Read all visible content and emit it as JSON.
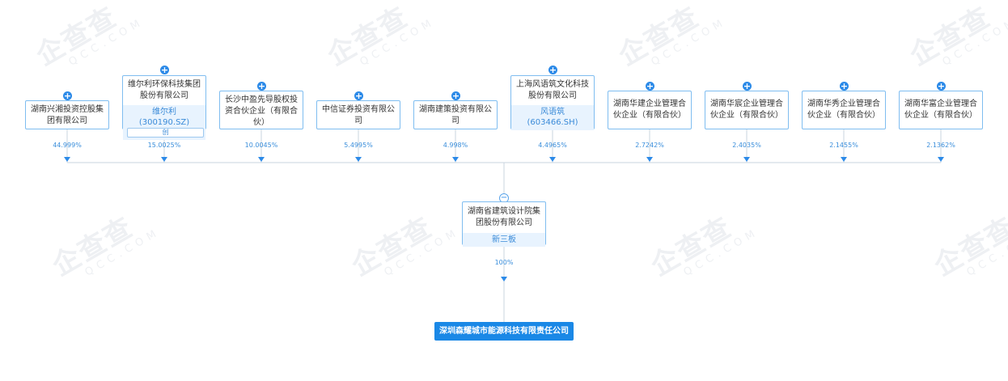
{
  "watermark": {
    "text": "企查查",
    "sub": "QCC.COM"
  },
  "shareholders": [
    {
      "name": "湖南兴湘投资控股集团有限公司",
      "percent": "44.999%"
    },
    {
      "name": "维尔利环保科技集团股份有限公司",
      "short": "维尔利",
      "code": "(300190.SZ)",
      "badge": "创",
      "percent": "15.0025%"
    },
    {
      "name": "长沙中盈先导股权投资合伙企业（有限合伙）",
      "percent": "10.0045%"
    },
    {
      "name": "中信证券投资有限公司",
      "percent": "5.4995%"
    },
    {
      "name": "湖南建策投资有限公司",
      "percent": "4.998%"
    },
    {
      "name": "上海风语筑文化科技股份有限公司",
      "short": "风语筑",
      "code": "(603466.SH)",
      "percent": "4.4965%"
    },
    {
      "name": "湖南华建企业管理合伙企业（有限合伙）",
      "percent": "2.7242%"
    },
    {
      "name": "湖南华宸企业管理合伙企业（有限合伙）",
      "percent": "2.4035%"
    },
    {
      "name": "湖南华秀企业管理合伙企业（有限合伙）",
      "percent": "2.1455%"
    },
    {
      "name": "湖南华富企业管理合伙企业（有限合伙）",
      "percent": "2.1362%"
    }
  ],
  "center": {
    "name": "湖南省建筑设计院集团股份有限公司",
    "tag": "新三板"
  },
  "center_percent": "100%",
  "target": {
    "name": "深圳森耀城市能源科技有限责任公司"
  }
}
